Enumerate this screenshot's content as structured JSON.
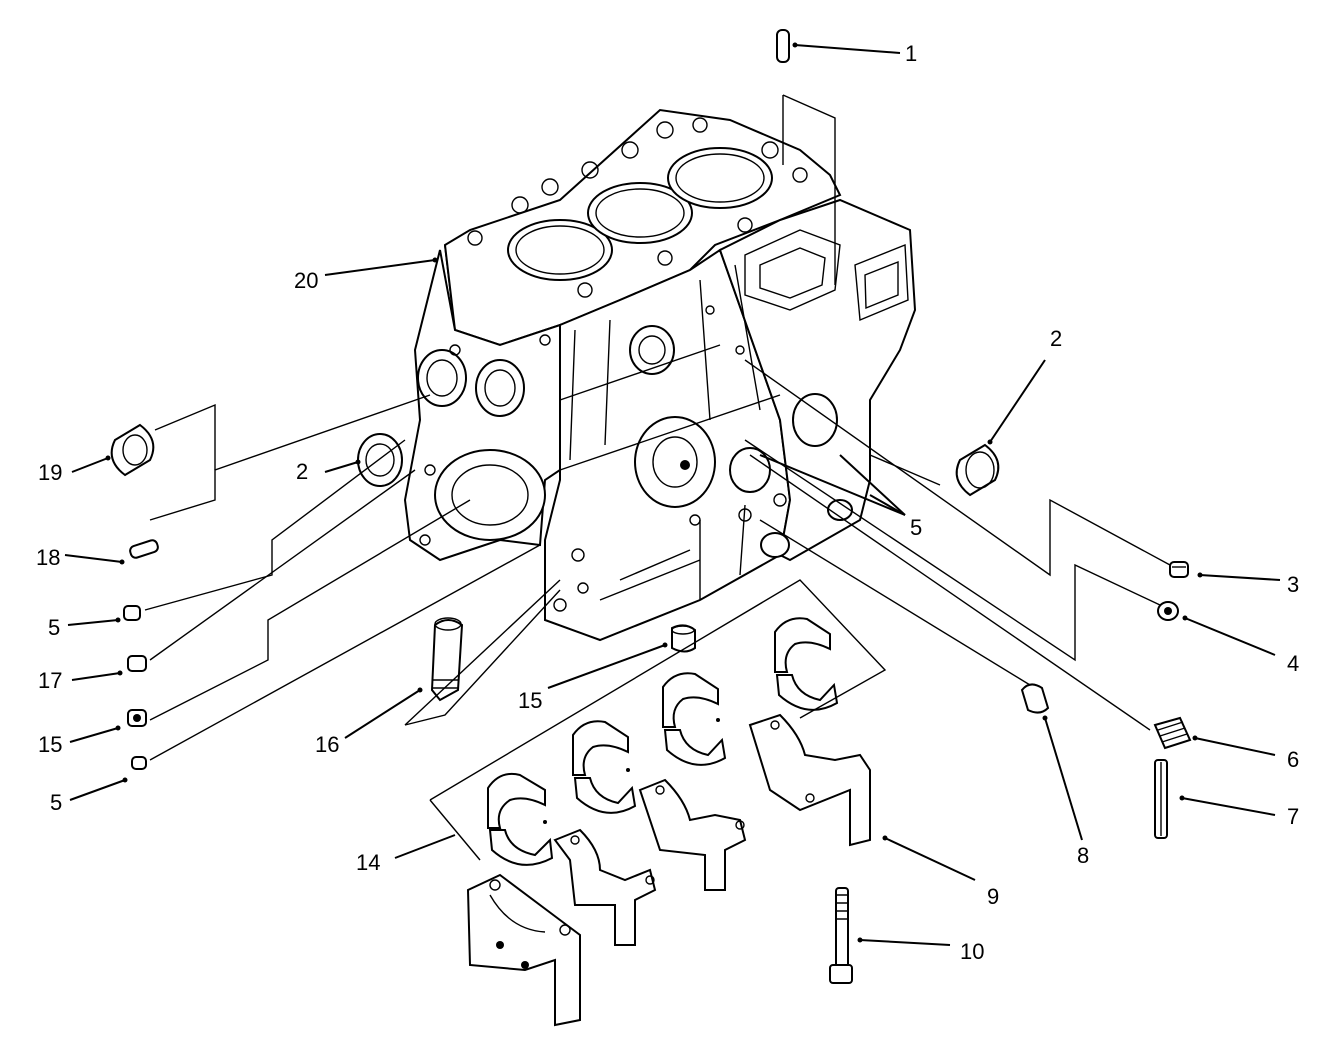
{
  "callouts": {
    "c1": "1",
    "c2_right": "2",
    "c2_left": "2",
    "c3": "3",
    "c4": "4",
    "c5_block": "5",
    "c5_a": "5",
    "c5_b": "5",
    "c6": "6",
    "c7": "7",
    "c8": "8",
    "c9": "9",
    "c10": "10",
    "c14": "14",
    "c15_center": "15",
    "c15_left": "15",
    "c16": "16",
    "c17": "17",
    "c18": "18",
    "c19": "19",
    "c20": "20"
  }
}
